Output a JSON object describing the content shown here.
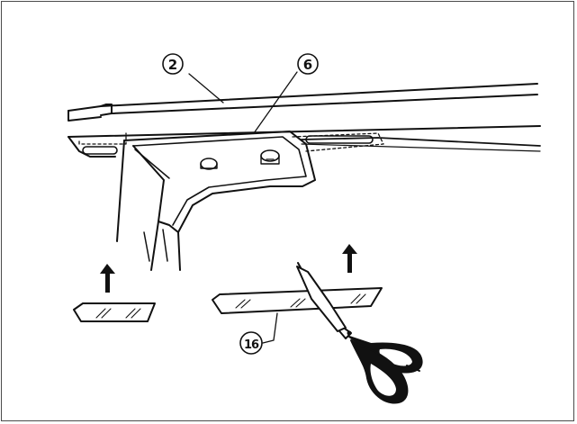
{
  "illustration": {
    "kind": "assembly instruction diagram",
    "line_color": "#111111",
    "fill_color": "#ffffff",
    "frame_color": "#4a4a4a"
  },
  "callouts": [
    {
      "id": "2",
      "label": "2"
    },
    {
      "id": "6",
      "label": "6"
    },
    {
      "id": "16",
      "label": "16"
    }
  ],
  "icons": [
    "up-arrow-icon",
    "scissors-icon"
  ]
}
